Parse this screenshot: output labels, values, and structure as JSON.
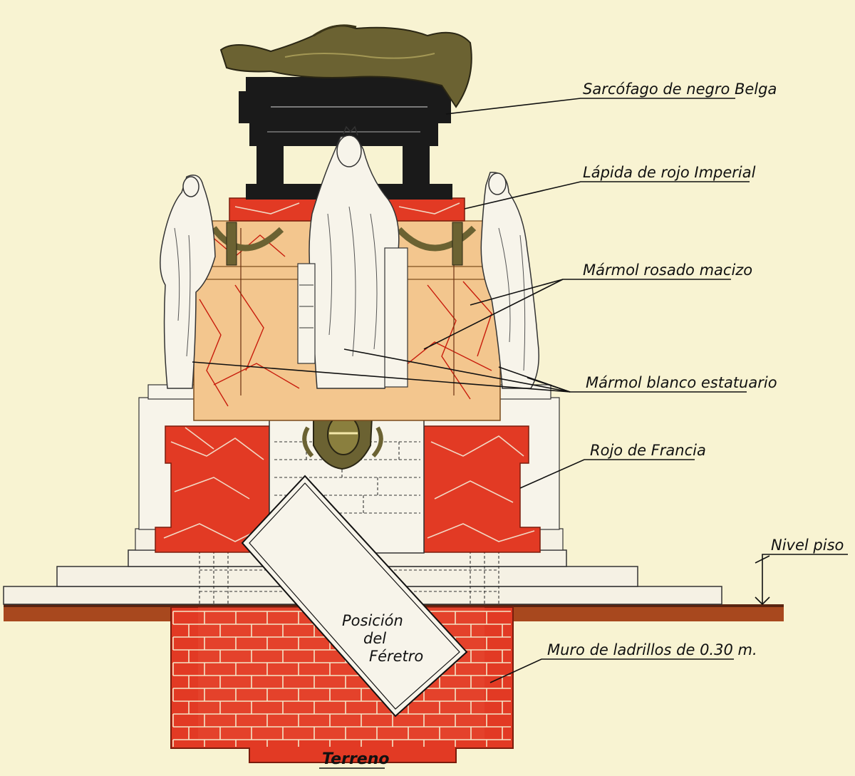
{
  "labels": {
    "sarcofago": "Sarcófago de negro Belga",
    "lapida": "Lápida de rojo Imperial",
    "rosado": "Mármol rosado macizo",
    "blanco": "Mármol blanco estatuario",
    "rojo_francia": "Rojo de Francia",
    "nivel_piso": "Nivel piso",
    "feretro_1": "Posición",
    "feretro_2": "del",
    "feretro_3": "Féretro",
    "muro": "Muro de ladrillos de 0.30 m.",
    "terreno": "Terreno"
  },
  "colors": {
    "paper": "#f8f3d2",
    "brick_red": "#e23a24",
    "pink_marble": "#f3c68e",
    "black_marble": "#1a1a1a",
    "white_marble": "#f7f4ea",
    "bronze": "#6b6232",
    "soil": "#a8481e"
  }
}
